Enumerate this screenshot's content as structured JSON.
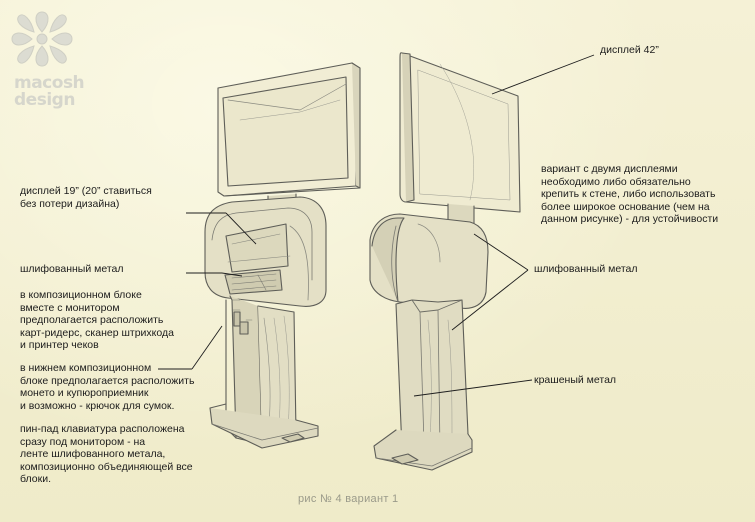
{
  "logo": {
    "line1": "macosh",
    "line2": "design"
  },
  "labels": {
    "display42": "дисплей 42”",
    "display19": [
      "дисплей 19” (20” ставиться",
      "без потери дизайна)"
    ],
    "polished_left": "шлифованный метал",
    "polished_right": "шлифованный метал",
    "painted": "крашеный метал"
  },
  "notes": {
    "right": [
      "вариант с двумя дисплеями",
      "необходимо либо обязательно",
      "крепить к стене, либо использовать",
      "более широкое основание (чем на",
      "данном рисунке) - для устойчивости"
    ],
    "block1": [
      "в композиционном блоке",
      "вместе с монитором",
      "предполагается расположить",
      "карт-ридерс, сканер штрихкода",
      "и принтер чеков"
    ],
    "block2": [
      "в нижнем композиционном",
      "блоке предполагается расположить",
      "монето и купюроприемник",
      "и возможно - крючок для сумок."
    ],
    "block3": [
      "пин-пад клавиатура расположена",
      "сразу под монитором - на",
      "ленте шлифованного метала,",
      "композиционно объединяющей все",
      "блоки."
    ]
  },
  "caption": "рис № 4 вариант 1",
  "colors": {
    "paper": "#f4f0d2",
    "ink": "#1c1c1c",
    "pencil": "#6e6e66",
    "logo": "#d6d6cc"
  }
}
